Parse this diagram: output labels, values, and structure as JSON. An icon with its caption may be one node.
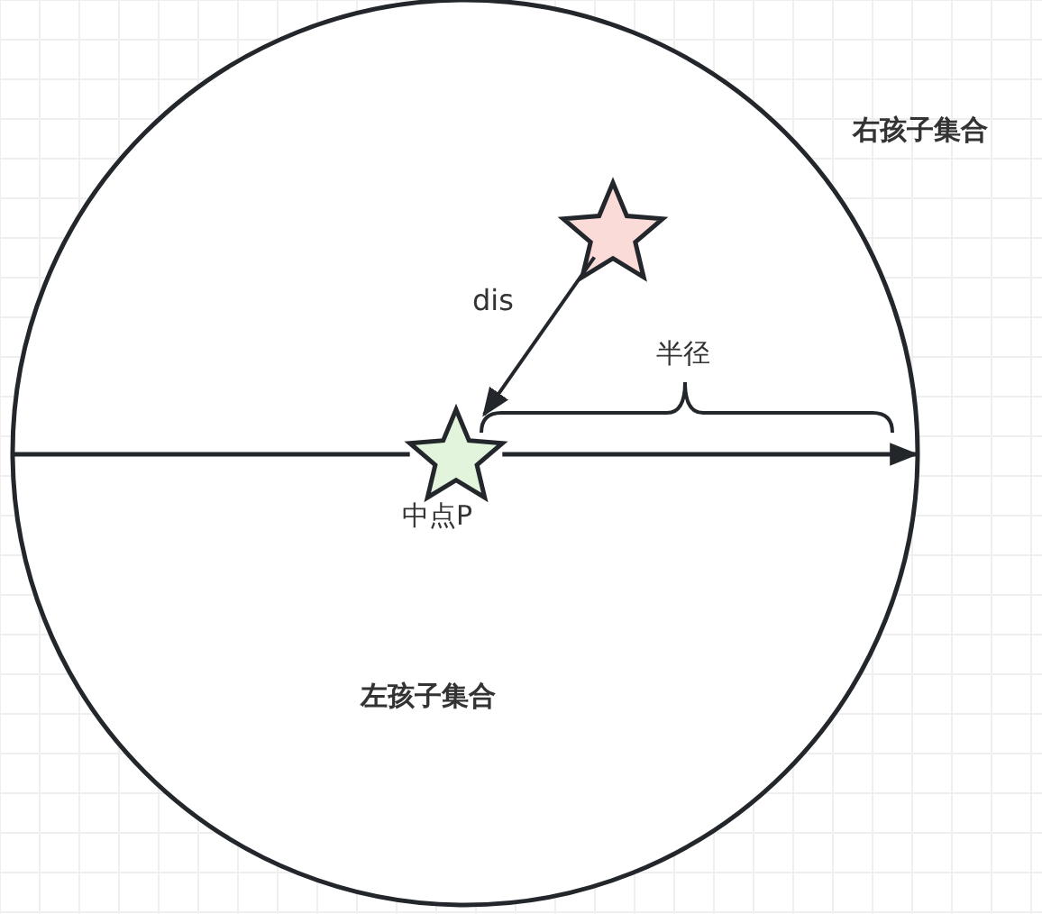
{
  "diagram": {
    "nodes": [
      {
        "text": [],
        "shape": "circle"
      },
      {
        "text": [],
        "shape": "star",
        "in": 0
      },
      {
        "text": [],
        "shape": "star",
        "in": 0,
        "beside": [
          "中点P"
        ]
      }
    ],
    "edges": [
      {
        "from": 1,
        "to": 2,
        "arrow": "to",
        "label": "dis"
      },
      {
        "from": 0,
        "to": 2,
        "arrow": "none"
      },
      {
        "from": 2,
        "to": 0,
        "arrow": "to"
      }
    ],
    "labels": [
      "右孩子集合",
      "半径",
      "左孩子集合"
    ]
  }
}
